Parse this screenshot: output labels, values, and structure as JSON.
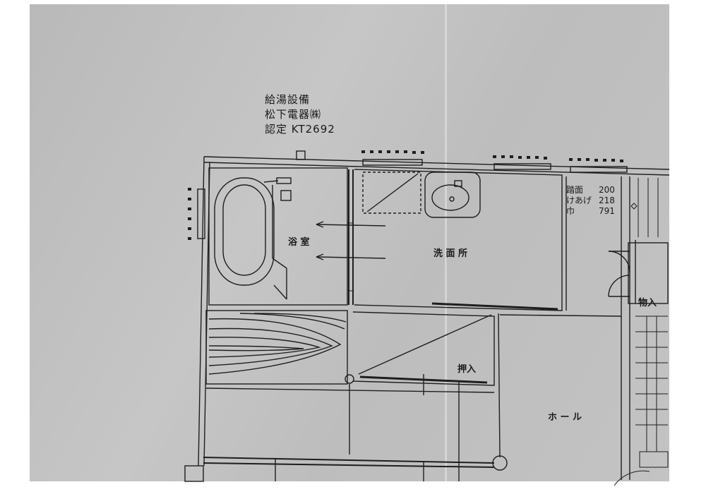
{
  "equipment_note": {
    "line1": "給湯設備",
    "line2": "松下電器㈱",
    "line3": "認定 KT2692"
  },
  "rooms": {
    "bathroom": "浴 室",
    "washroom": "洗 面 所",
    "closet": "押入",
    "storage": "物入",
    "hall": "ホ ー ル"
  },
  "stair_spec": {
    "tread_label": "踏面",
    "tread_value": "200",
    "riser_label": "けあげ",
    "riser_value": "218",
    "width_label": "巾",
    "width_value": "791"
  }
}
